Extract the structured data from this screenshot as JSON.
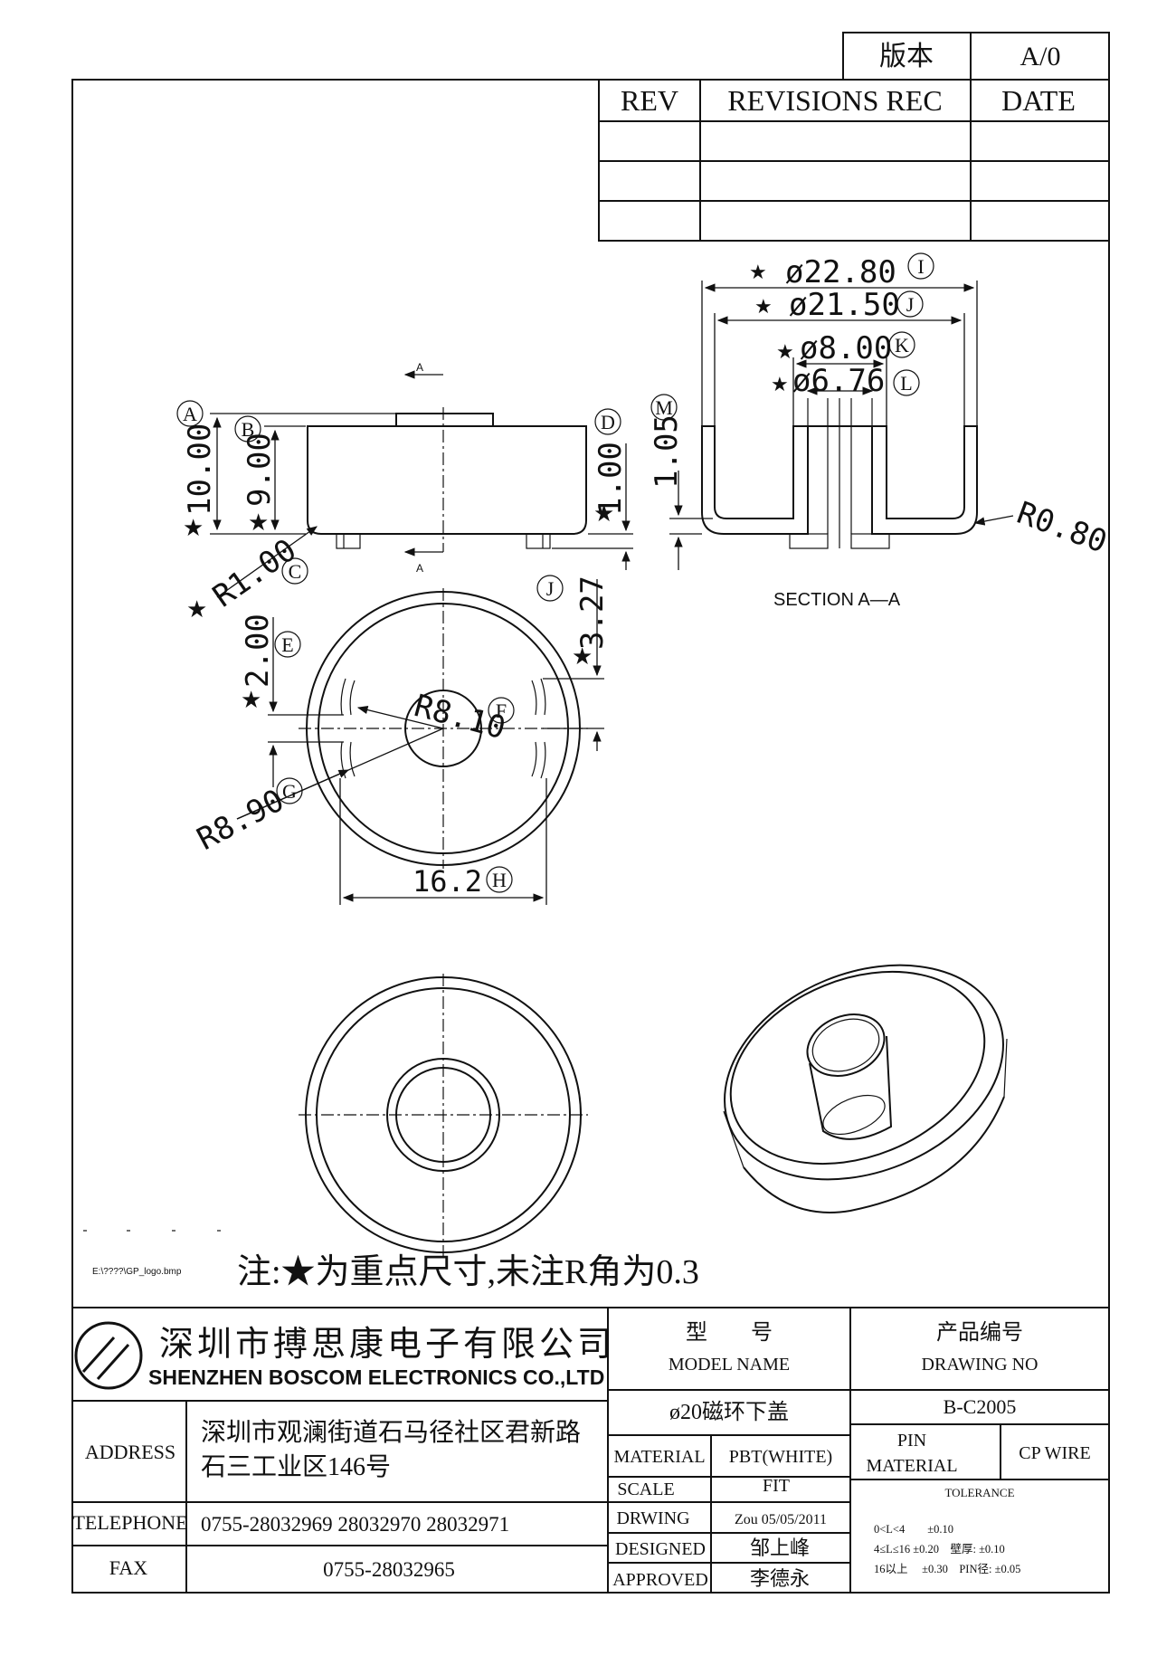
{
  "revision_box": {
    "version_label": "版本",
    "version_value": "A/0"
  },
  "revisions_table": {
    "rev_header": "REV",
    "rec_header": "REVISIONS REC",
    "date_header": "DATE"
  },
  "dims": {
    "d_i": "ø22.80",
    "d_j": "ø21.50",
    "d_k": "ø8.00",
    "d_l": "ø6.76",
    "h_a": "10.00",
    "h_b": "9.00",
    "h_d": "1.00",
    "h_m": "1.05",
    "r_c": "R1.00",
    "r_sec": "R0.80",
    "r_f": "R8.10",
    "r_g": "R8.90",
    "w_e": "2.00",
    "w_j": "3.27",
    "w_h": "16.2",
    "section_label": "SECTION A—A",
    "section_a": "A",
    "callouts": [
      "A",
      "B",
      "C",
      "D",
      "E",
      "F",
      "G",
      "H",
      "I",
      "J",
      "K",
      "L",
      "M"
    ],
    "star": "★"
  },
  "note": {
    "file_path": "E:\\????\\GP_logo.bmp",
    "text": "注:★为重点尺寸,未注R角为0.3"
  },
  "title_block": {
    "company_cn": "深圳市搏思康电子有限公司",
    "company_en": "SHENZHEN BOSCOM ELECTRONICS CO.,LTD",
    "address_label": "ADDRESS",
    "address_line1": "深圳市观澜街道石马径社区君新路",
    "address_line2": "石三工业区146号",
    "telephone_label": "TELEPHONE",
    "telephone_value": "0755-28032969 28032970 28032971",
    "fax_label": "FAX",
    "fax_value": "0755-28032965",
    "model_cn": "型　　号",
    "model_en": "MODEL NAME",
    "model_value": "ø20磁环下盖",
    "drawing_cn": "产品编号",
    "drawing_en": "DRAWING NO",
    "drawing_value": "B-C2005",
    "material_label": "MATERIAL",
    "material_value": "PBT(WHITE)",
    "scale_label": "SCALE",
    "scale_value": "FIT",
    "drwing_label": "DRWING",
    "drwing_value": "Zou 05/05/2011",
    "designed_label": "DESIGNED",
    "designed_value": "邹上峰",
    "approved_label": "APPROVED",
    "approved_value": "李德永",
    "pin_label_1": "PIN",
    "pin_label_2": "MATERIAL",
    "pin_value": "CP WIRE",
    "tolerance_header": "TOLERANCE",
    "tol_row1": "0<L<4　　±0.10",
    "tol_row2": "4≤L≤16 ±0.20　壁厚: ±0.10",
    "tol_row3": "16以上　 ±0.30　PIN径: ±0.05"
  }
}
